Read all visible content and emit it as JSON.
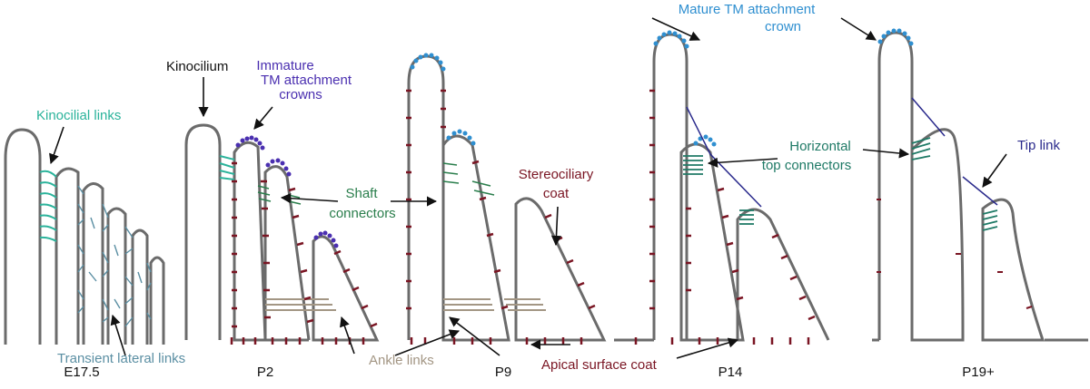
{
  "stages": [
    "E17.5",
    "P2",
    "P9",
    "P14",
    "P19+"
  ],
  "labels": {
    "kinocilium": "Kinocilium",
    "kinocilial_links": "Kinocilial links",
    "immature_crowns": [
      "Immature",
      "TM attachment",
      "crowns"
    ],
    "shaft_connectors": [
      "Shaft",
      "connectors"
    ],
    "transient_lateral_links": "Transient lateral links",
    "ankle_links": "Ankle links",
    "stereociliary_coat": [
      "Stereociliary",
      "coat"
    ],
    "apical_surface_coat": "Apical surface coat",
    "mature_crown": [
      "Mature TM attachment",
      "crown"
    ],
    "horizontal_top_connectors": [
      "Horizontal",
      "top connectors"
    ],
    "tip_link": "Tip link"
  },
  "colors": {
    "outline": "#6b6b6b",
    "kinocilial": "#2bb39b",
    "lateral": "#5b8fa3",
    "immature": "#4a2fb0",
    "mature": "#2f8fd0",
    "shaft": "#2a7e4c",
    "topconn": "#1f7a66",
    "tip": "#2a2a8c",
    "coat": "#7a1523",
    "ankle": "#a39684",
    "text": "#111111"
  }
}
